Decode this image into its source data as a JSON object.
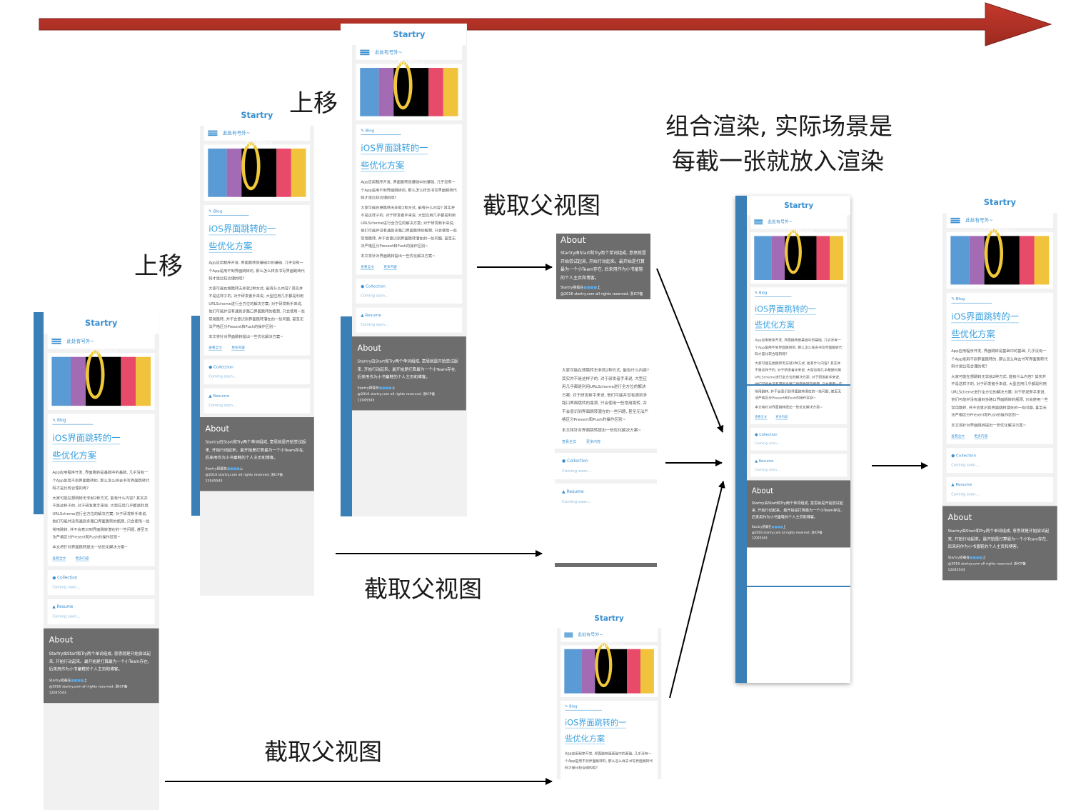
{
  "colors": {
    "timeline_arrow": "#b83227",
    "brand_blue": "#3a8fd0",
    "about_bg": "#6d6d6d"
  },
  "captions": {
    "up1": "上移",
    "up2": "上移",
    "capture_top": "截取父视图",
    "capture_mid": "截取父视图",
    "capture_bottom": "截取父视图",
    "combine_line1": "组合渲染, 实际场景是",
    "combine_line2": "每截一张就放入渲染"
  },
  "phone": {
    "brand": "Startry",
    "nav_label": "此处有号外~",
    "logo_text": "Rolling",
    "blog_tag": "Blog",
    "post_title_line1": "iOS界面跳转的一",
    "post_title_line2": "些优化方案",
    "intro_para": "App应用程序开发, 界面跳转是基础中的基础, 几乎没有一个App是用不到界面跳转的, 那么怎么样去书写界面跳转代码才是比较合理的呢?",
    "detail_para": "大家可能在想跳转无非就2种方式, 能有什么内容? 其实并不是这样子的, 对于研发者手来说, 大型应用几乎都是利用URLScheme进行全方位的解决方案; 对于研发新手来说, 他们可能并没有遇到多路口界面跳转的瓶颈, 只会使用一些常用跳转, 并不会意识到界面跳转潜在的一些问题, 甚至无法严格区分Present和Push的操作区别~",
    "closing_para": "本文将针对界面跳转提出一些优化解决方案~",
    "read_more": "查看全文",
    "more_content": "更多内容",
    "collection_label": "Collection",
    "resume_label": "Resume",
    "coming_soon": "Coming soon...",
    "about_title": "About",
    "about_text": "Startry由Start和Try两个单词组成, 意思就是开始尝试起来, 开始行动起来。最开始是打算最为一个小Team存在, 后来用作为小书童鞋的个人主页和博客。",
    "hosted_prefix": "Startry搭载在",
    "hosted_suffix": "上",
    "copyright": "@2016 startry.com all rights reserved. 浙ICP备",
    "icp_number": "12045543"
  }
}
